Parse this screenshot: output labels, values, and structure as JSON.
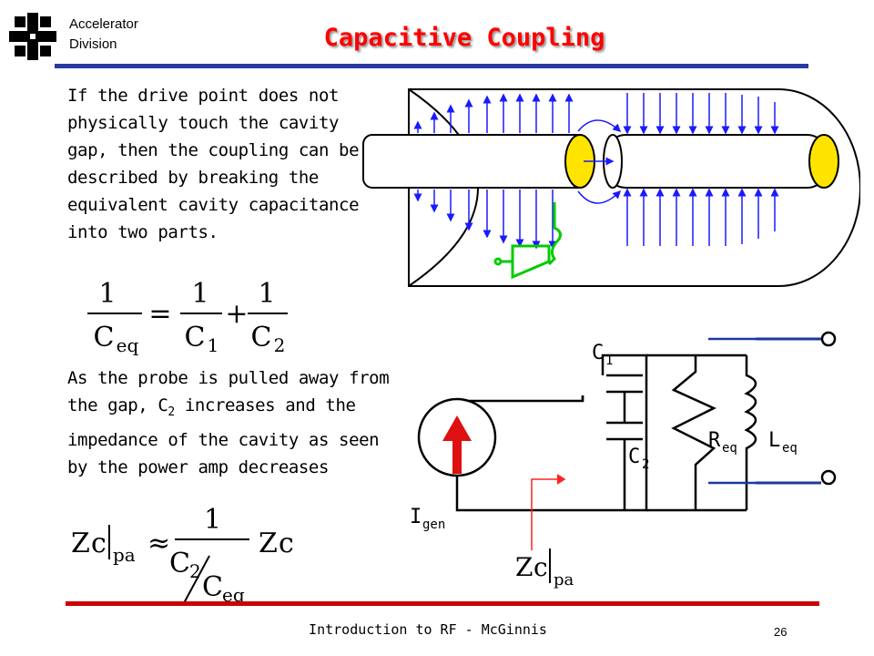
{
  "header": {
    "org_line1": "Accelerator",
    "org_line2": "Division",
    "title": "Capacitive Coupling"
  },
  "text": {
    "paragraph1": "If the drive point does not physically touch the cavity gap, then the coupling can be described by breaking the equivalent cavity capacitance into two parts.",
    "paragraph2_part1": "As the probe is pulled away from the gap, C",
    "paragraph2_sub": "2",
    "paragraph2_part2": " increases and the impedance of the cavity as seen by the power amp decreases"
  },
  "equation1": {
    "lhs_num": "1",
    "lhs_den": "C",
    "lhs_den_sub": "eq",
    "equals": "=",
    "t1_num": "1",
    "t1_den": "C",
    "t1_den_sub": "1",
    "plus": "+",
    "t2_num": "1",
    "t2_den": "C",
    "t2_den_sub": "2"
  },
  "equation2": {
    "lhs": "Z",
    "lhs_sub": "c",
    "lhs_eval": "pa",
    "approx": "≈",
    "num": "1",
    "den_num": "C",
    "den_num_sub": "2",
    "den_den": "C",
    "den_den_sub": "eq",
    "rhs": "Z",
    "rhs_sub": "c"
  },
  "circuit": {
    "c1": "C",
    "c1_sub": "1",
    "c2": "C",
    "c2_sub": "2",
    "r": "R",
    "r_sub": "eq",
    "l": "L",
    "l_sub": "eq",
    "i": "I",
    "i_sub": "gen",
    "z": "Z",
    "z_sub": "c",
    "z_eval": "pa"
  },
  "colors": {
    "title": "#ff0000",
    "top_rule": "#2a3aa0",
    "bottom_rule": "#cc0000",
    "field_lines": "#1a1aff",
    "probe": "#00cc00",
    "beam_face": "#ffe400",
    "wire_out": "#1a3aa0"
  },
  "footer": {
    "center": "Introduction to RF - McGinnis",
    "page": "26"
  }
}
